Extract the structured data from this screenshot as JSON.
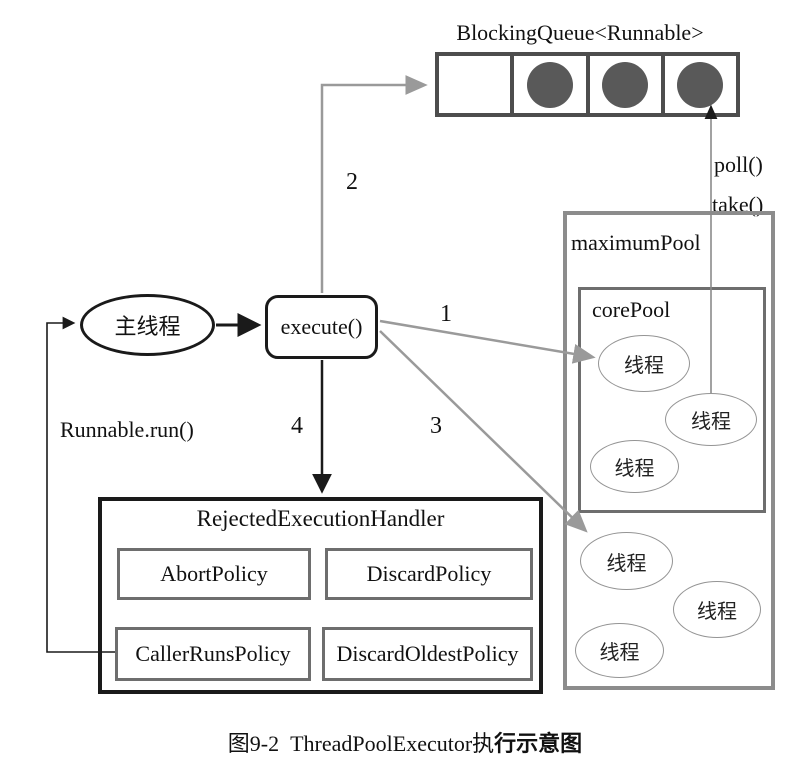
{
  "figure": {
    "queue": {
      "title": "BlockingQueue<Runnable>",
      "slots": [
        "empty",
        "filled",
        "filled",
        "filled"
      ]
    },
    "arrows": {
      "step1": "1",
      "step2": "2",
      "step3": "3",
      "step4": "4",
      "poll": "poll()",
      "take": "take()",
      "runnable_run": "Runnable.run()"
    },
    "main_thread_label": "主线程",
    "execute_label": "execute()",
    "maximum_pool": {
      "title": "maximumPool",
      "core_pool": {
        "title": "corePool",
        "threads": [
          "线程",
          "线程",
          "线程"
        ]
      },
      "threads": [
        "线程",
        "线程",
        "线程"
      ]
    },
    "handler": {
      "title": "RejectedExecutionHandler",
      "policies": [
        "AbortPolicy",
        "DiscardPolicy",
        "CallerRunsPolicy",
        "DiscardOldestPolicy"
      ]
    },
    "caption": {
      "prefix": "图9-2  ThreadPoolExecutor执",
      "bold_suffix": "行示意图"
    }
  },
  "colors": {
    "task_fill": "#595959",
    "queue_border": "#4d4d4d",
    "max_pool_border": "#8c8c8c",
    "core_pool_border": "#6e6e6e",
    "thread_border": "#949494",
    "policy_border": "#6e6e6e",
    "black_ink": "#1a1a1a",
    "gray_arrow": "#9a9a9a"
  }
}
